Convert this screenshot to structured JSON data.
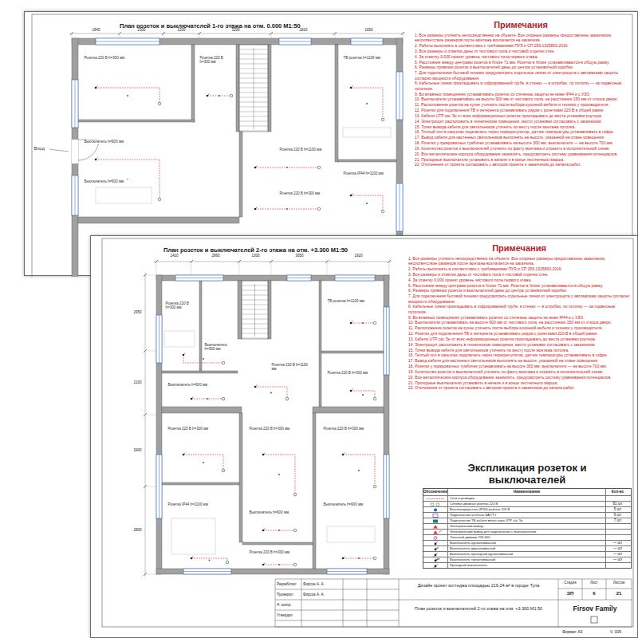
{
  "diagram": {
    "nodes": [
      {
        "text": [
          "План розеток и выключателей 1-го этажа на отм. 0.000 М1:50"
        ]
      },
      {
        "text": [
          "Примечания",
          "1. Все размеры уточнить непосредственно на объекте. Все спорные размеры предоставлены заказчиком, несоответствие размеров после монтажа возлагается на заказчика.",
          "2. Работы выполнять в соответствии с требованиями ПУЭ и СП 256.1325800.2016.",
          "3. Все размеры и отметки даны от чистового пола и чистовой отделки стен.",
          "4. За отметку 0.000 принят уровень чистового пола первого этажа.",
          "5. Расстояние между центрами розеток в блоке 71 мм. Розетки в блоке устанавливаются в общую рамку.",
          "6. Размеры привязки розеток и выключателей даны до центра установочной коробки.",
          "7. Для подключения бытовой техники предусмотреть отдельные линии от электрощита с автоматами защиты согласно мощности оборудования.",
          "8. Кабельные линии прокладывать в гофрированной трубе, в стенах — в штробах, по потолку — за подвесным потолком.",
          "9. Во влажных помещениях устанавливать розетки со степенью защиты не ниже IP44 и с УЗО.",
          "10. Выключатели устанавливать на высоте 900 мм от чистового пола, на расстоянии 150 мм от откоса двери.",
          "11. Расположение розеток на кухне уточнить после выбора кухонной мебели и техники у производителя.",
          "12. Розетки для подключения ТВ и интернета устанавливать рядом с розетками 220 В в общей рамке.",
          "13. Кабели UTP cat. 5e от всех информационных розеток прокладывать до места установки роутера.",
          "14. Электрощит расположить в техническом помещении, место установки согласовать с заказчиком.",
          "15. Точки вывода кабеля для светильников уточнить по месту после монтажа потолка.",
          "16. Теплый пол в санузлах подключать через терморегулятор, датчик температуры устанавливать в гофре.",
          "17. Вывод кабеля для настенных светильников выполнять на высоте, указанной на плане освещения.",
          "18. Розетки у прикроватных тумбочек устанавливать на высоте 300 мм, выключатели — на высоте 700 мм.",
          "19. Количество розеток и выключателей уточнить по факту монтажа и отразить в исполнительной схеме.",
          "20. Все металлические корпуса оборудования заземлить, предусмотреть систему уравнивания потенциалов.",
          "21. Проходные выключатели установить в начале и в конце лестничного марша.",
          "22. Отклонения от проекта согласовать с автором проекта и заказчиком до начала работ."
        ],
        "in": 0
      },
      {
        "text": [
          "План розеток и выключателей 2-го этажа на отм. +3.300 М1:50"
        ]
      },
      {
        "text": [
          "Примечания",
          "1. Все размеры уточнить непосредственно на объекте. Все спорные размеры предоставлены заказчиком, несоответствие размеров после монтажа возлагается на заказчика.",
          "2. Работы выполнять в соответствии с требованиями ПУЭ и СП 256.1325800.2016.",
          "3. Все размеры и отметки даны от чистового пола и чистовой отделки стен.",
          "4. За отметку 0.000 принят уровень чистового пола первого этажа.",
          "5. Расстояние между центрами розеток в блоке 71 мм. Розетки в блоке устанавливаются в общую рамку.",
          "6. Размеры привязки розеток и выключателей даны до центра установочной коробки.",
          "7. Для подключения бытовой техники предусмотреть отдельные линии от электрощита с автоматами защиты согласно мощности оборудования.",
          "8. Кабельные линии прокладывать в гофрированной трубе, в стенах — в штробах, по потолку — за подвесным потолком.",
          "9. Во влажных помещениях устанавливать розетки со степенью защиты не ниже IP44 и с УЗО.",
          "10. Выключатели устанавливать на высоте 900 мм от чистового пола, на расстоянии 150 мм от откоса двери.",
          "11. Расположение розеток на кухне уточнить после выбора кухонной мебели и техники у производителя.",
          "12. Розетки для подключения ТВ и интернета устанавливать рядом с розетками 220 В в общей рамке.",
          "13. Кабели UTP cat. 5e от всех информационных розеток прокладывать до места установки роутера.",
          "14. Электрощит расположить в техническом помещении, место установки согласовать с заказчиком.",
          "15. Точки вывода кабеля для светильников уточнить по месту после монтажа потолка.",
          "16. Теплый пол в санузлах подключать через терморегулятор, датчик температуры устанавливать в гофре.",
          "17. Вывод кабеля для настенных светильников выполнять на высоте, указанной на плане освещения.",
          "18. Розетки у прикроватных тумбочек устанавливать на высоте 300 мм, выключатели — на высоте 700 мм.",
          "19. Количество розеток и выключателей уточнить по факту монтажа и отразить в исполнительной схеме.",
          "20. Все металлические корпуса оборудования заземлить, предусмотреть систему уравнивания потенциалов.",
          "21. Проходные выключатели установить в начале и в конце лестничного марша.",
          "22. Отклонения от проекта согласовать с автором проекта и заказчиком до начала работ."
        ],
        "in": 2
      },
      {
        "text": [
          "Экспликация розеток и выключателей"
        ],
        "in": 2
      }
    ],
    "labels": [
      "Вход",
      "1840",
      "2300",
      "1200",
      "3200",
      "2810",
      "1650",
      "Розетка 220 В h=300 мм",
      "Выключатель h=900 мм",
      "Розетка 220 В h=300 мм",
      "Розетка 220 В h=1100 мм",
      "ТВ розетка h=1100 мм",
      "Розетка IP44 h=1100 мм",
      "Выключатель h=900 мм",
      "Розетка 220 В h=300 мм",
      "1420",
      "2860",
      "1300",
      "3050",
      "1920",
      "2950",
      "2100",
      "3400",
      "2800",
      "Розетка 220 В h=300 мм",
      "Выключатель h=900 мм",
      "Розетка 220 В h=1100 мм",
      "ТВ розетка h=1100 мм",
      "Розетка 220 В h=300 мм",
      "Выключатель h=900 мм",
      "Розетка 220 В h=300 мм",
      "Розетка IP44 h=1100 мм",
      "Розетка 220 В h=300 мм",
      "Выключатель h=900 мм",
      "Розетка 220 В h=300 мм",
      "Выключатель h=900 мм",
      "Розетка 220 В h=300 мм",
      "Обозначение",
      "Наименование",
      "Кол-во",
      "81 шт",
      "5 шт",
      "6 шт",
      "7 шт",
      "— шт",
      "— шт",
      "— шт",
      "— шт",
      "Разработал",
      "Фирсов А. А.",
      "Проверил",
      "Фирсов А. А.",
      "Н. контр.",
      "Утвердил",
      "Дизайн проект коттеджа площадью 219,24 м² в городе Тула",
      "План розеток и выключателей 2-го этажа на отм. +3.300 М1:50",
      "Стадия",
      "Лист",
      "Листов",
      "ЭП",
      "6",
      "21",
      "Firsov Family",
      "Формат А3",
      "V. 005"
    ],
    "legend": [
      {
        "text": "Сети и разводка"
      },
      {
        "text": "Сетевая двойная розетка 220 В"
      },
      {
        "text": "Влагозащищенная (IP44) розетка 220 В"
      },
      {
        "text": "Подключение антенны SAT/TV"
      },
      {
        "text": "Подключение ТВ кабеля витая пара UTP cat. 5e"
      },
      {
        "text": "Электрический вывод"
      },
      {
        "text": "Электрический вывод для подключения с выключателем"
      },
      {
        "text": "Точечный диммер 220-400"
      },
      {
        "text": "Выключатель одноклавишный"
      },
      {
        "text": "Выключатель двухклавишный"
      },
      {
        "text": "Выключатель проходной одноклавишный"
      },
      {
        "text": "Выключатель трехклавишный"
      },
      {
        "text": "Проходной выключатель"
      }
    ]
  }
}
